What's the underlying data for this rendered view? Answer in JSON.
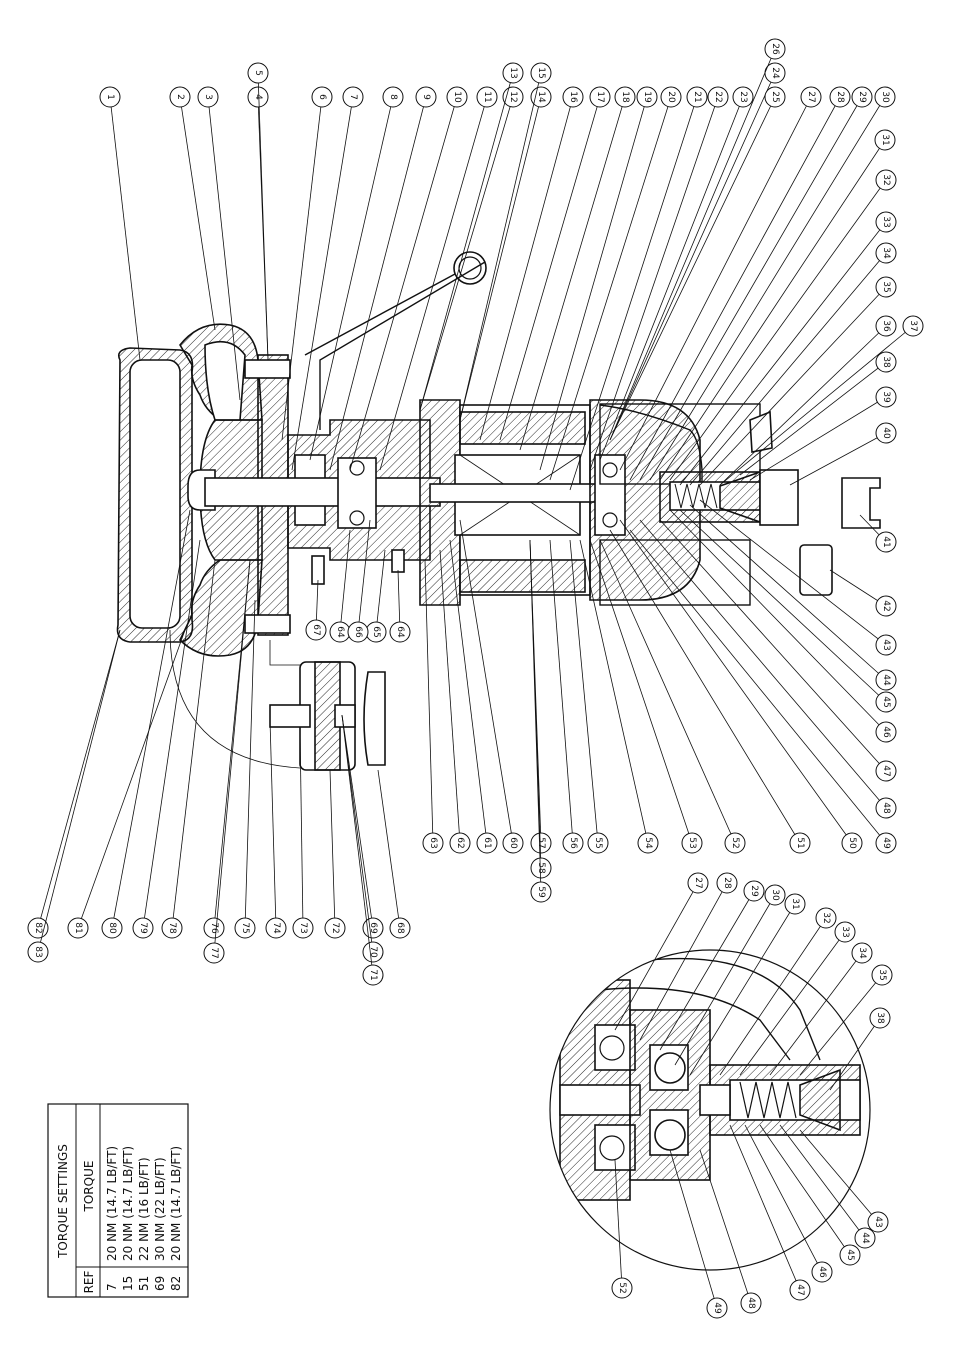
{
  "balloons_main": [
    "1",
    "2",
    "3",
    "4",
    "5",
    "6",
    "7",
    "8",
    "9",
    "10",
    "11",
    "12",
    "13",
    "14",
    "15",
    "16",
    "17",
    "18",
    "19",
    "20",
    "21",
    "22",
    "23",
    "24",
    "25",
    "26",
    "27",
    "28",
    "29",
    "30",
    "31",
    "32",
    "33",
    "34",
    "35",
    "36",
    "37",
    "38",
    "39",
    "40",
    "41",
    "42",
    "43",
    "44",
    "45",
    "46",
    "47",
    "48",
    "49",
    "50",
    "51",
    "52",
    "53",
    "54",
    "55",
    "56",
    "57",
    "58",
    "59",
    "60",
    "61",
    "62",
    "63",
    "64",
    "64",
    "65",
    "66",
    "67",
    "68",
    "69",
    "70",
    "71",
    "72",
    "73",
    "74",
    "75",
    "76",
    "77",
    "78",
    "79",
    "80",
    "81",
    "82",
    "83"
  ],
  "balloons_detail": [
    "27",
    "28",
    "29",
    "30",
    "31",
    "32",
    "33",
    "34",
    "35",
    "38",
    "43",
    "44",
    "45",
    "46",
    "47",
    "48",
    "49",
    "52"
  ],
  "torque_table": {
    "title": "TORQUE SETTINGS",
    "col_ref": "REF",
    "col_torque": "TORQUE",
    "rows": [
      {
        "ref": "7",
        "torque": "20 NM (14.7 LB/FT)"
      },
      {
        "ref": "15",
        "torque": "20 NM (14.7 LB/FT)"
      },
      {
        "ref": "51",
        "torque": "22 NM (16 LB/FT)"
      },
      {
        "ref": "69",
        "torque": "30 NM (22 LB/FT)"
      },
      {
        "ref": "82",
        "torque": "20 NM (14.7 LB/FT)"
      }
    ]
  }
}
